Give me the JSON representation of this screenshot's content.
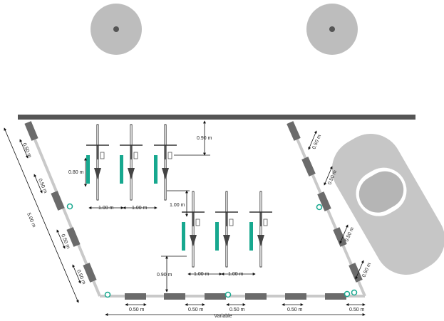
{
  "colors": {
    "accent_teal": "#17a88f",
    "wall": "#555555",
    "barrier": "#6b6b6b",
    "frame": "#c9c9c9",
    "tree": "#bdbdbd",
    "car": "#bfbfbf"
  },
  "icons": [
    "tree-icon",
    "bicycle-icon",
    "car-icon",
    "bollard-icon"
  ],
  "labels": {
    "spacing_1m_a": "1.00 m",
    "spacing_1m_b": "1.00 m",
    "spacing_1m_c": "1.00 m",
    "spacing_1m_d": "1.00 m",
    "spacing_1m_vert": "1.00 m",
    "bike_width": "0.80 m",
    "clearance_top": "0.90 m",
    "clearance_bottom": "0.90 m",
    "slant_length": "5.00 m",
    "variable": "Variable",
    "left_gaps": [
      "0.50 m",
      "0.50 m",
      "0.50 m",
      "0.50 m"
    ],
    "right_gaps": [
      "0.50 m",
      "0.50 m",
      "0.50 m",
      "0.50 m"
    ],
    "bottom_gaps": [
      "0.50 m",
      "0.50 m",
      "0.50 m",
      "0.50 m",
      "0.50 m"
    ]
  }
}
